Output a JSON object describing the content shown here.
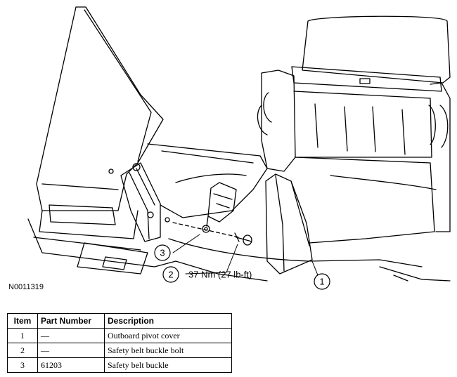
{
  "figure": {
    "id": "N0011319",
    "callouts": [
      {
        "number": "1",
        "text": ""
      },
      {
        "number": "2",
        "text": "37 Nm (27 lb-ft)"
      },
      {
        "number": "3",
        "text": ""
      }
    ]
  },
  "table": {
    "headers": {
      "item": "Item",
      "part_number": "Part Number",
      "description": "Description"
    },
    "rows": [
      {
        "item": "1",
        "part_number": "—",
        "description": "Outboard pivot cover"
      },
      {
        "item": "2",
        "part_number": "—",
        "description": "Safety belt buckle bolt"
      },
      {
        "item": "3",
        "part_number": "61203",
        "description": "Safety belt buckle"
      }
    ]
  }
}
